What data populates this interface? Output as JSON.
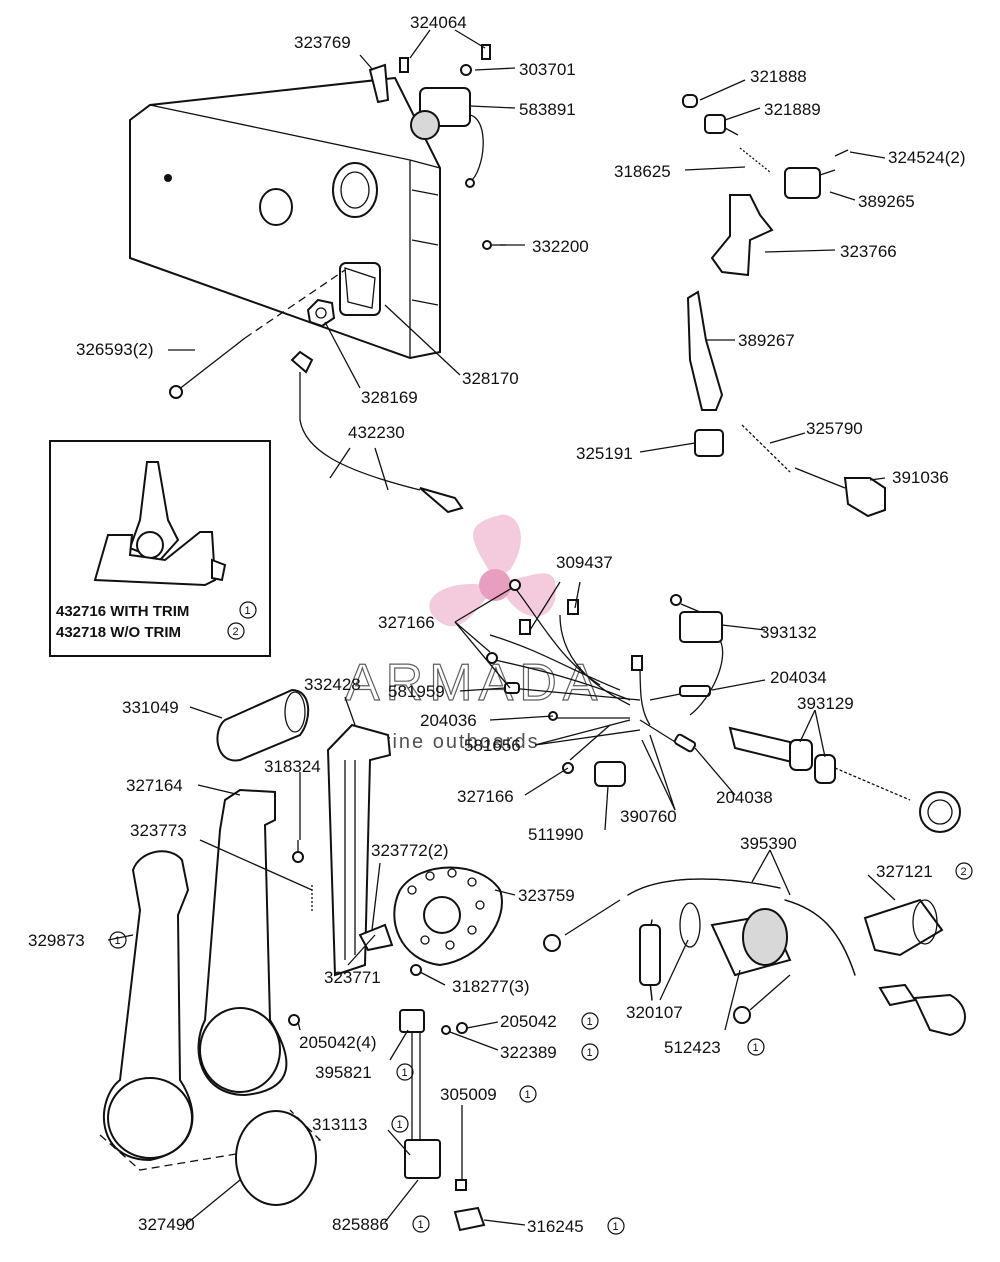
{
  "watermark": {
    "brand": "ARMADA",
    "tagline": "marine outboards",
    "color": "#e58fb4"
  },
  "inset": {
    "line1": "432716 WITH TRIM",
    "line1_mark": "1",
    "line2": "432718 W/O TRIM",
    "line2_mark": "2"
  },
  "labels": [
    {
      "id": "324064",
      "text": "324064"
    },
    {
      "id": "323769",
      "text": "323769"
    },
    {
      "id": "303701",
      "text": "303701"
    },
    {
      "id": "583891",
      "text": "583891"
    },
    {
      "id": "321888",
      "text": "321888"
    },
    {
      "id": "321889",
      "text": "321889"
    },
    {
      "id": "318625",
      "text": "318625"
    },
    {
      "id": "324524",
      "text": "324524(2)"
    },
    {
      "id": "389265",
      "text": "389265"
    },
    {
      "id": "332200",
      "text": "332200"
    },
    {
      "id": "323766",
      "text": "323766"
    },
    {
      "id": "326593",
      "text": "326593(2)"
    },
    {
      "id": "389267",
      "text": "389267"
    },
    {
      "id": "328170",
      "text": "328170"
    },
    {
      "id": "328169",
      "text": "328169"
    },
    {
      "id": "432230",
      "text": "432230"
    },
    {
      "id": "325790",
      "text": "325790"
    },
    {
      "id": "325191",
      "text": "325191"
    },
    {
      "id": "391036",
      "text": "391036"
    },
    {
      "id": "309437",
      "text": "309437"
    },
    {
      "id": "327166a",
      "text": "327166"
    },
    {
      "id": "393132",
      "text": "393132"
    },
    {
      "id": "332428",
      "text": "332428"
    },
    {
      "id": "581959",
      "text": "581959"
    },
    {
      "id": "204034",
      "text": "204034"
    },
    {
      "id": "331049",
      "text": "331049"
    },
    {
      "id": "393129",
      "text": "393129"
    },
    {
      "id": "204036",
      "text": "204036"
    },
    {
      "id": "581656",
      "text": "581656"
    },
    {
      "id": "327164",
      "text": "327164"
    },
    {
      "id": "318324",
      "text": "318324"
    },
    {
      "id": "327166b",
      "text": "327166"
    },
    {
      "id": "204038",
      "text": "204038"
    },
    {
      "id": "323773",
      "text": "323773"
    },
    {
      "id": "511990",
      "text": "511990"
    },
    {
      "id": "390760",
      "text": "390760"
    },
    {
      "id": "395390",
      "text": "395390"
    },
    {
      "id": "323772",
      "text": "323772(2)"
    },
    {
      "id": "327121",
      "text": "327121",
      "mark": "2"
    },
    {
      "id": "323759",
      "text": "323759"
    },
    {
      "id": "329873",
      "text": "329873",
      "mark": "1"
    },
    {
      "id": "318277",
      "text": "318277(3)"
    },
    {
      "id": "323771",
      "text": "323771"
    },
    {
      "id": "320107",
      "text": "320107"
    },
    {
      "id": "205042a",
      "text": "205042",
      "mark": "1"
    },
    {
      "id": "205042b",
      "text": "205042(4)"
    },
    {
      "id": "322389",
      "text": "322389",
      "mark": "1"
    },
    {
      "id": "512423",
      "text": "512423",
      "mark": "1"
    },
    {
      "id": "395821",
      "text": "395821",
      "mark": "1"
    },
    {
      "id": "305009",
      "text": "305009",
      "mark": "1"
    },
    {
      "id": "313113",
      "text": "313113",
      "mark": "1"
    },
    {
      "id": "327490",
      "text": "327490"
    },
    {
      "id": "825886",
      "text": "825886",
      "mark": "1"
    },
    {
      "id": "316245",
      "text": "316245",
      "mark": "1"
    }
  ]
}
